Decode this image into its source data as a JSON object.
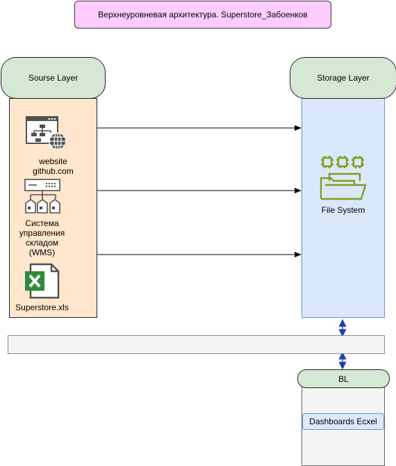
{
  "title": "Верхнеуровневая архитектура. Superstore_Забоенков",
  "source_layer": {
    "header": "Sourse Layer",
    "items": [
      {
        "icon": "website-sitemap-icon",
        "label_lines": [
          "website",
          "github.com"
        ]
      },
      {
        "icon": "warehouse-network-icon",
        "label_lines": [
          "Система",
          "управления",
          "складом",
          "(WMS)"
        ]
      },
      {
        "icon": "excel-file-icon",
        "label_lines": [
          "Superstore.xls"
        ]
      }
    ]
  },
  "storage_layer": {
    "header": "Storage Layer",
    "item": {
      "icon": "file-system-icon",
      "label": "File System"
    }
  },
  "bl": {
    "header": "BL",
    "item": "Dashboards Ecxel"
  },
  "colors": {
    "title_bg": "#ffccff",
    "header_bg": "#d5e8d4",
    "source_bg": "#ffe6cc",
    "storage_bg": "#dae8fc",
    "arrow_blue": "#1f3fae",
    "icon_gray": "#505050",
    "icon_green": "#7aa116",
    "excel_green": "#2e8b3a"
  }
}
